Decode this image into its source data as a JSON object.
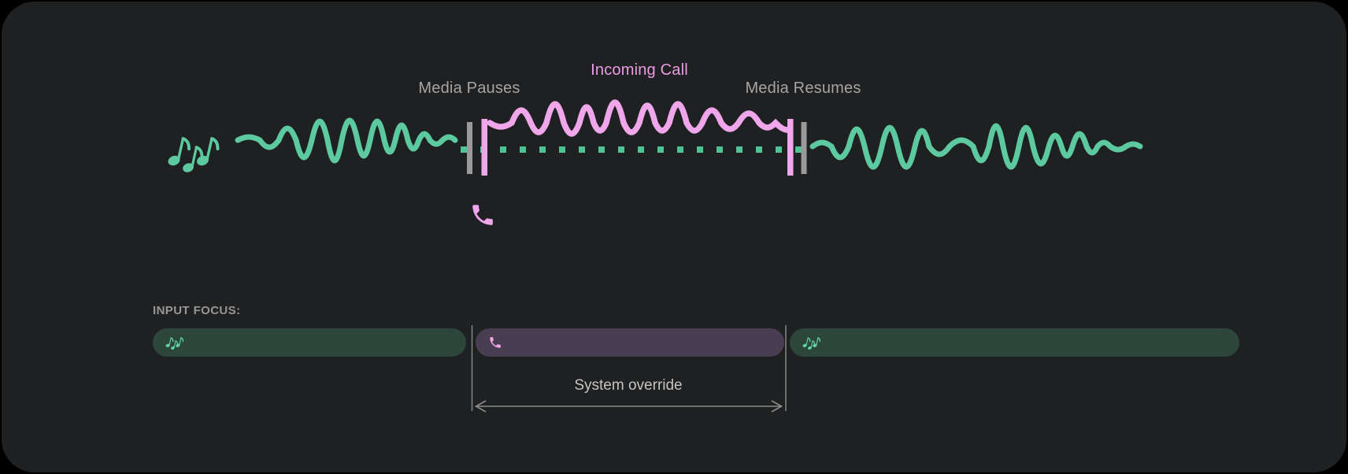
{
  "colors": {
    "panel_background": "#1f2021",
    "media_green": "#5cc9a0",
    "dotted_green": "#50c394",
    "focus_bar_green": "#2c463b",
    "call_pink": "#efa6ea",
    "incoming_call_text": "#ec9be5",
    "focus_bar_purple": "#493d51",
    "pause_bar_gray": "#9a9a9a",
    "guide_gray": "#8c8c8c"
  },
  "timeline": {
    "media_pauses_label": "Media Pauses",
    "incoming_call_label": "Incoming Call",
    "media_resumes_label": "Media Resumes",
    "media_icon": "music-notes-icon",
    "call_icon": "phone-icon"
  },
  "input_focus": {
    "label": "INPUT FOCUS:",
    "segments": [
      {
        "name": "media-before-call",
        "icon": "music-notes-icon"
      },
      {
        "name": "incoming-call",
        "icon": "phone-icon"
      },
      {
        "name": "media-after-call",
        "icon": "music-notes-icon"
      }
    ],
    "override_label": "System override"
  }
}
